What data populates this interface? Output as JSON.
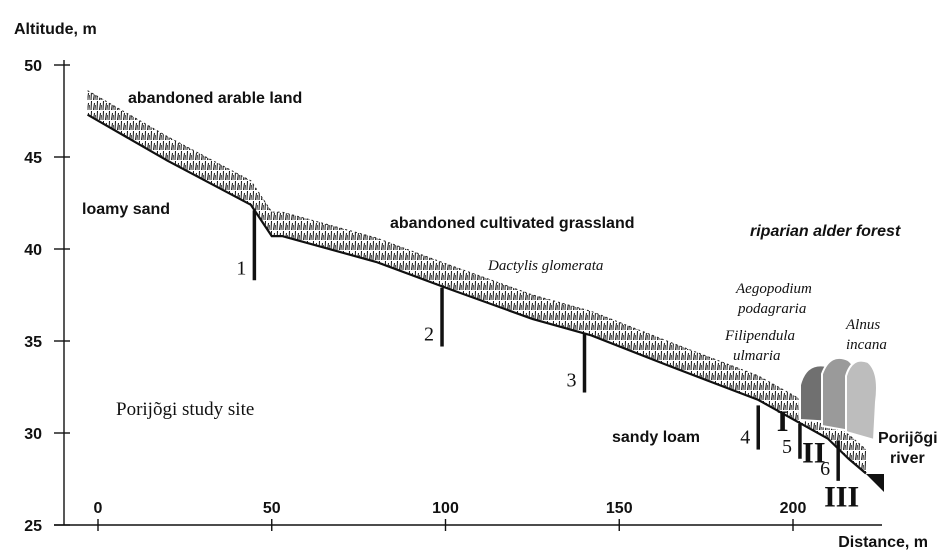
{
  "chart_data": {
    "type": "area",
    "ylabel": "Altitude, m",
    "xlabel": "Distance, m",
    "xlim": [
      -7,
      222
    ],
    "ylim": [
      25,
      50
    ],
    "x_ticks": [
      0,
      50,
      100,
      150,
      200
    ],
    "y_ticks": [
      25,
      30,
      35,
      40,
      45,
      50
    ],
    "x_tick_labels": [
      "0",
      "50",
      "100",
      "150",
      "200"
    ],
    "y_tick_labels": [
      "25",
      "30",
      "35",
      "40",
      "45",
      "50"
    ],
    "profile": [
      {
        "x": -3,
        "y": 47.3
      },
      {
        "x": 20,
        "y": 44.8
      },
      {
        "x": 44,
        "y": 42.4
      },
      {
        "x": 50,
        "y": 40.7
      },
      {
        "x": 53,
        "y": 40.7
      },
      {
        "x": 80,
        "y": 39.3
      },
      {
        "x": 100,
        "y": 37.9
      },
      {
        "x": 125,
        "y": 36.2
      },
      {
        "x": 142,
        "y": 35.3
      },
      {
        "x": 165,
        "y": 33.6
      },
      {
        "x": 190,
        "y": 31.8
      },
      {
        "x": 210,
        "y": 29.7
      },
      {
        "x": 216,
        "y": 28.6
      },
      {
        "x": 221,
        "y": 27.8
      }
    ],
    "land_use_labels": [
      "abandoned arable land",
      "abandoned cultivated grassland",
      "riparian alder forest"
    ],
    "soil_labels": [
      "loamy sand",
      "sandy loam"
    ],
    "species_labels": [
      "Dactylis glomerata",
      "Aegopodium podagraria",
      "Filipendula ulmaria",
      "Alnus incana"
    ],
    "site_label": "Porijõgi study site",
    "river_label": [
      "Porijõgi",
      "river"
    ],
    "profiles": [
      {
        "label": "1",
        "x": 45,
        "top": 42.1,
        "bottom": 38.3
      },
      {
        "label": "2",
        "x": 99,
        "top": 37.9,
        "bottom": 34.7
      },
      {
        "label": "3",
        "x": 140,
        "top": 35.4,
        "bottom": 32.2
      },
      {
        "label": "4",
        "x": 190,
        "top": 31.5,
        "bottom": 29.1
      },
      {
        "label": "5",
        "x": 202,
        "top": 30.5,
        "bottom": 28.6
      },
      {
        "label": "6",
        "x": 213,
        "top": 29.6,
        "bottom": 27.4
      }
    ],
    "zones": [
      {
        "label": "I",
        "x": 197,
        "y": 30.1
      },
      {
        "label": "II",
        "x": 206,
        "y": 28.4
      },
      {
        "label": "III",
        "x": 214,
        "y": 26.0
      }
    ]
  }
}
